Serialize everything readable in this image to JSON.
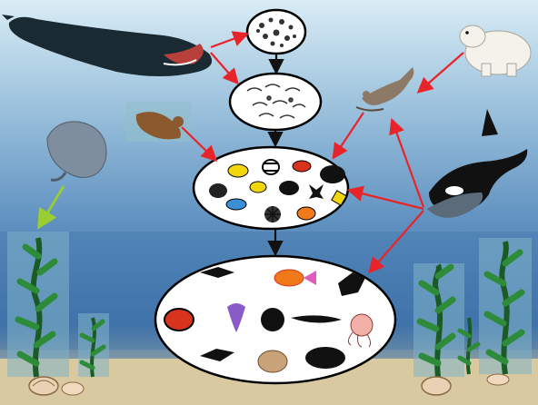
{
  "scene": {
    "colors": {
      "sky_top": "#d9ecf5",
      "water_top": "#9fc4de",
      "water_mid": "#5f91c0",
      "water_deep": "#3f73aa",
      "sand": "#d8c9a0",
      "arrow_red": "#e8242a",
      "arrow_black": "#111111",
      "arrow_green": "#9acd32",
      "seaweed": "#2e8b3a",
      "seaweed_dark": "#1a5a24",
      "fish_yellow": "#f2d60c",
      "fish_orange": "#f07a1a",
      "fish_red": "#d8331c",
      "fish_blue": "#3a8fd6",
      "octopus": "#f3b0a8",
      "squid": "#8a5ac8"
    },
    "nodes": [
      {
        "id": "plankton",
        "icon": "plankton-icon"
      },
      {
        "id": "zooplankton",
        "icon": "krill-icon"
      },
      {
        "id": "small-fish",
        "icon": "reef-fish-icon"
      },
      {
        "id": "deep-fish",
        "icon": "deep-sea-fish-icon"
      }
    ],
    "animals": [
      {
        "id": "bowhead-whale",
        "icon": "whale-icon"
      },
      {
        "id": "polar-bear",
        "icon": "polar-bear-icon"
      },
      {
        "id": "seal",
        "icon": "seal-icon"
      },
      {
        "id": "otter",
        "icon": "otter-icon"
      },
      {
        "id": "manatee",
        "icon": "manatee-icon"
      },
      {
        "id": "orca",
        "icon": "orca-icon"
      }
    ]
  }
}
